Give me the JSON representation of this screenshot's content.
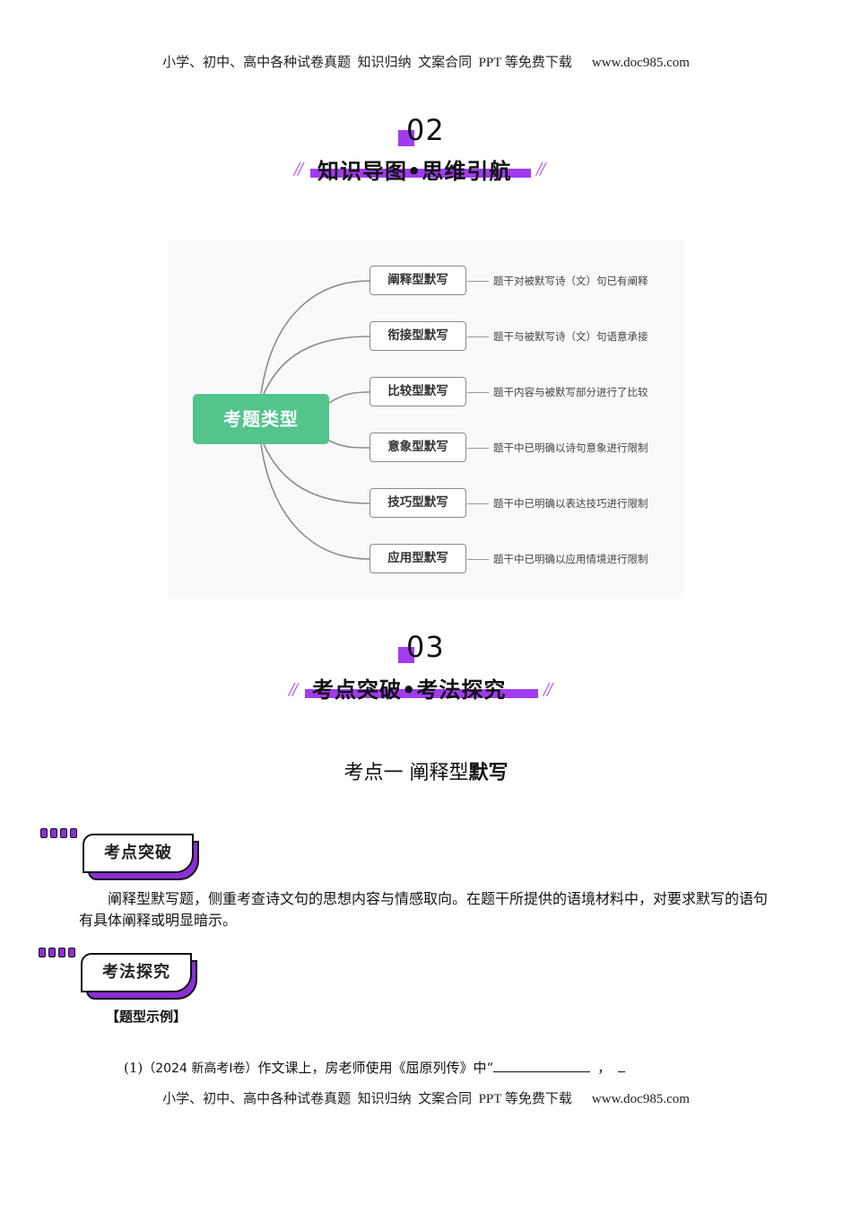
{
  "header": {
    "text": "小学、初中、高中各种试卷真题  知识归纳  文案合同  PPT 等免费下载",
    "url": "www.doc985.com"
  },
  "footer": {
    "text": "小学、初中、高中各种试卷真题  知识归纳  文案合同  PPT 等免费下载",
    "url": "www.doc985.com"
  },
  "section02": {
    "number": "02",
    "title": "知识导图•思维引航",
    "slash": "//",
    "accent_color": "#a23bf0"
  },
  "mindmap": {
    "root": "考题类型",
    "root_color": "#52c48c",
    "branches": [
      {
        "label": "阐释型默写",
        "desc": "题干对被默写诗（文）句已有阐释"
      },
      {
        "label": "衔接型默写",
        "desc": "题干与被默写诗（文）句语意承接"
      },
      {
        "label": "比较型默写",
        "desc": "题干内容与被默写部分进行了比较"
      },
      {
        "label": "意象型默写",
        "desc": "题干中已明确以诗句意象进行限制"
      },
      {
        "label": "技巧型默写",
        "desc": "题干中已明确以表达技巧进行限制"
      },
      {
        "label": "应用型默写",
        "desc": "题干中已明确以应用情境进行限制"
      }
    ]
  },
  "section03": {
    "number": "03",
    "title": "考点突破•考法探究",
    "slash": "//"
  },
  "kaodian": {
    "prefix": "考点一  阐释型",
    "bold": "默写"
  },
  "badge1": {
    "label": "考点突破"
  },
  "paragraph1": "阐释型默写题，侧重考查诗文句的思想内容与情感取向。在题干所提供的语境材料中，对要求默写的语句有具体阐释或明显暗示。",
  "badge2": {
    "label": "考法探究"
  },
  "example_label": "【题型示例】",
  "question": {
    "number": "(1)",
    "source": "（2024 新高考Ⅰ卷）",
    "text": "作文课上，房老师使用《屈原列传》中“",
    "sep": "，"
  }
}
